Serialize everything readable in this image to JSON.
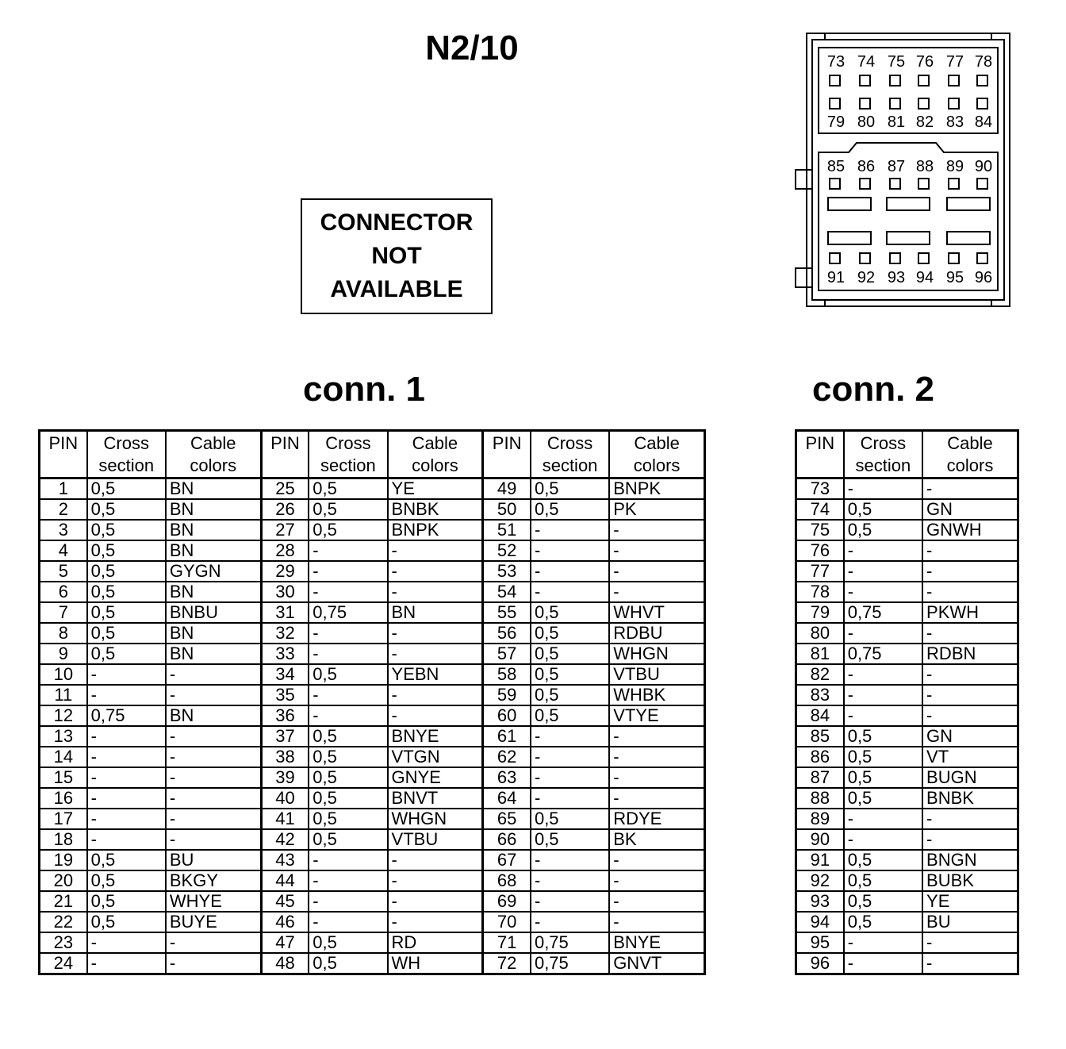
{
  "title": "N2/10",
  "connector_box": [
    "CONNECTOR",
    "NOT",
    "AVAILABLE"
  ],
  "conn1": {
    "title": "conn. 1",
    "headers": {
      "pin": "PIN",
      "cross": [
        "Cross",
        "section"
      ],
      "color": [
        "Cable",
        "colors"
      ]
    },
    "rows": [
      [
        [
          "1",
          "0,5",
          "BN"
        ],
        [
          "25",
          "0,5",
          "YE"
        ],
        [
          "49",
          "0,5",
          "BNPK"
        ]
      ],
      [
        [
          "2",
          "0,5",
          "BN"
        ],
        [
          "26",
          "0,5",
          "BNBK"
        ],
        [
          "50",
          "0,5",
          "PK"
        ]
      ],
      [
        [
          "3",
          "0,5",
          "BN"
        ],
        [
          "27",
          "0,5",
          "BNPK"
        ],
        [
          "51",
          "-",
          "-"
        ]
      ],
      [
        [
          "4",
          "0,5",
          "BN"
        ],
        [
          "28",
          "-",
          "-"
        ],
        [
          "52",
          "-",
          "-"
        ]
      ],
      [
        [
          "5",
          "0,5",
          "GYGN"
        ],
        [
          "29",
          "-",
          "-"
        ],
        [
          "53",
          "-",
          "-"
        ]
      ],
      [
        [
          "6",
          "0,5",
          "BN"
        ],
        [
          "30",
          "-",
          "-"
        ],
        [
          "54",
          "-",
          "-"
        ]
      ],
      [
        [
          "7",
          "0,5",
          "BNBU"
        ],
        [
          "31",
          "0,75",
          "BN"
        ],
        [
          "55",
          "0,5",
          "WHVT"
        ]
      ],
      [
        [
          "8",
          "0,5",
          "BN"
        ],
        [
          "32",
          "-",
          "-"
        ],
        [
          "56",
          "0,5",
          "RDBU"
        ]
      ],
      [
        [
          "9",
          "0,5",
          "BN"
        ],
        [
          "33",
          "-",
          "-"
        ],
        [
          "57",
          "0,5",
          "WHGN"
        ]
      ],
      [
        [
          "10",
          "-",
          "-"
        ],
        [
          "34",
          "0,5",
          "YEBN"
        ],
        [
          "58",
          "0,5",
          "VTBU"
        ]
      ],
      [
        [
          "11",
          "-",
          "-"
        ],
        [
          "35",
          "-",
          "-"
        ],
        [
          "59",
          "0,5",
          "WHBK"
        ]
      ],
      [
        [
          "12",
          "0,75",
          "BN"
        ],
        [
          "36",
          "-",
          "-"
        ],
        [
          "60",
          "0,5",
          "VTYE"
        ]
      ],
      [
        [
          "13",
          "-",
          "-"
        ],
        [
          "37",
          "0,5",
          "BNYE"
        ],
        [
          "61",
          "-",
          "-"
        ]
      ],
      [
        [
          "14",
          "-",
          "-"
        ],
        [
          "38",
          "0,5",
          "VTGN"
        ],
        [
          "62",
          "-",
          "-"
        ]
      ],
      [
        [
          "15",
          "-",
          "-"
        ],
        [
          "39",
          "0,5",
          "GNYE"
        ],
        [
          "63",
          "-",
          "-"
        ]
      ],
      [
        [
          "16",
          "-",
          "-"
        ],
        [
          "40",
          "0,5",
          "BNVT"
        ],
        [
          "64",
          "-",
          "-"
        ]
      ],
      [
        [
          "17",
          "-",
          "-"
        ],
        [
          "41",
          "0,5",
          "WHGN"
        ],
        [
          "65",
          "0,5",
          "RDYE"
        ]
      ],
      [
        [
          "18",
          "-",
          "-"
        ],
        [
          "42",
          "0,5",
          "VTBU"
        ],
        [
          "66",
          "0,5",
          "BK"
        ]
      ],
      [
        [
          "19",
          "0,5",
          "BU"
        ],
        [
          "43",
          "-",
          "-"
        ],
        [
          "67",
          "-",
          "-"
        ]
      ],
      [
        [
          "20",
          "0,5",
          "BKGY"
        ],
        [
          "44",
          "-",
          "-"
        ],
        [
          "68",
          "-",
          "-"
        ]
      ],
      [
        [
          "21",
          "0,5",
          "WHYE"
        ],
        [
          "45",
          "-",
          "-"
        ],
        [
          "69",
          "-",
          "-"
        ]
      ],
      [
        [
          "22",
          "0,5",
          "BUYE"
        ],
        [
          "46",
          "-",
          "-"
        ],
        [
          "70",
          "-",
          "-"
        ]
      ],
      [
        [
          "23",
          "-",
          "-"
        ],
        [
          "47",
          "0,5",
          "RD"
        ],
        [
          "71",
          "0,75",
          "BNYE"
        ]
      ],
      [
        [
          "24",
          "-",
          "-"
        ],
        [
          "48",
          "0,5",
          "WH"
        ],
        [
          "72",
          "0,75",
          "GNVT"
        ]
      ]
    ]
  },
  "conn2": {
    "title": "conn. 2",
    "headers": {
      "pin": "PIN",
      "cross": [
        "Cross",
        "section"
      ],
      "color": [
        "Cable",
        "colors"
      ]
    },
    "rows": [
      [
        "73",
        "-",
        "-"
      ],
      [
        "74",
        "0,5",
        "GN"
      ],
      [
        "75",
        "0,5",
        "GNWH"
      ],
      [
        "76",
        "-",
        "-"
      ],
      [
        "77",
        "-",
        "-"
      ],
      [
        "78",
        "-",
        "-"
      ],
      [
        "79",
        "0,75",
        "PKWH"
      ],
      [
        "80",
        "-",
        "-"
      ],
      [
        "81",
        "0,75",
        "RDBN"
      ],
      [
        "82",
        "-",
        "-"
      ],
      [
        "83",
        "-",
        "-"
      ],
      [
        "84",
        "-",
        "-"
      ],
      [
        "85",
        "0,5",
        "GN"
      ],
      [
        "86",
        "0,5",
        "VT"
      ],
      [
        "87",
        "0,5",
        "BUGN"
      ],
      [
        "88",
        "0,5",
        "BNBK"
      ],
      [
        "89",
        "-",
        "-"
      ],
      [
        "90",
        "-",
        "-"
      ],
      [
        "91",
        "0,5",
        "BNGN"
      ],
      [
        "92",
        "0,5",
        "BUBK"
      ],
      [
        "93",
        "0,5",
        "YE"
      ],
      [
        "94",
        "0,5",
        "BU"
      ],
      [
        "95",
        "-",
        "-"
      ],
      [
        "96",
        "-",
        "-"
      ]
    ]
  },
  "diagram_labels": {
    "row1": [
      "73",
      "74",
      "75",
      "76",
      "77",
      "78"
    ],
    "row2": [
      "79",
      "80",
      "81",
      "82",
      "83",
      "84"
    ],
    "row3": [
      "85",
      "86",
      "87",
      "88",
      "89",
      "90"
    ],
    "row4": [
      "91",
      "92",
      "93",
      "94",
      "95",
      "96"
    ]
  }
}
